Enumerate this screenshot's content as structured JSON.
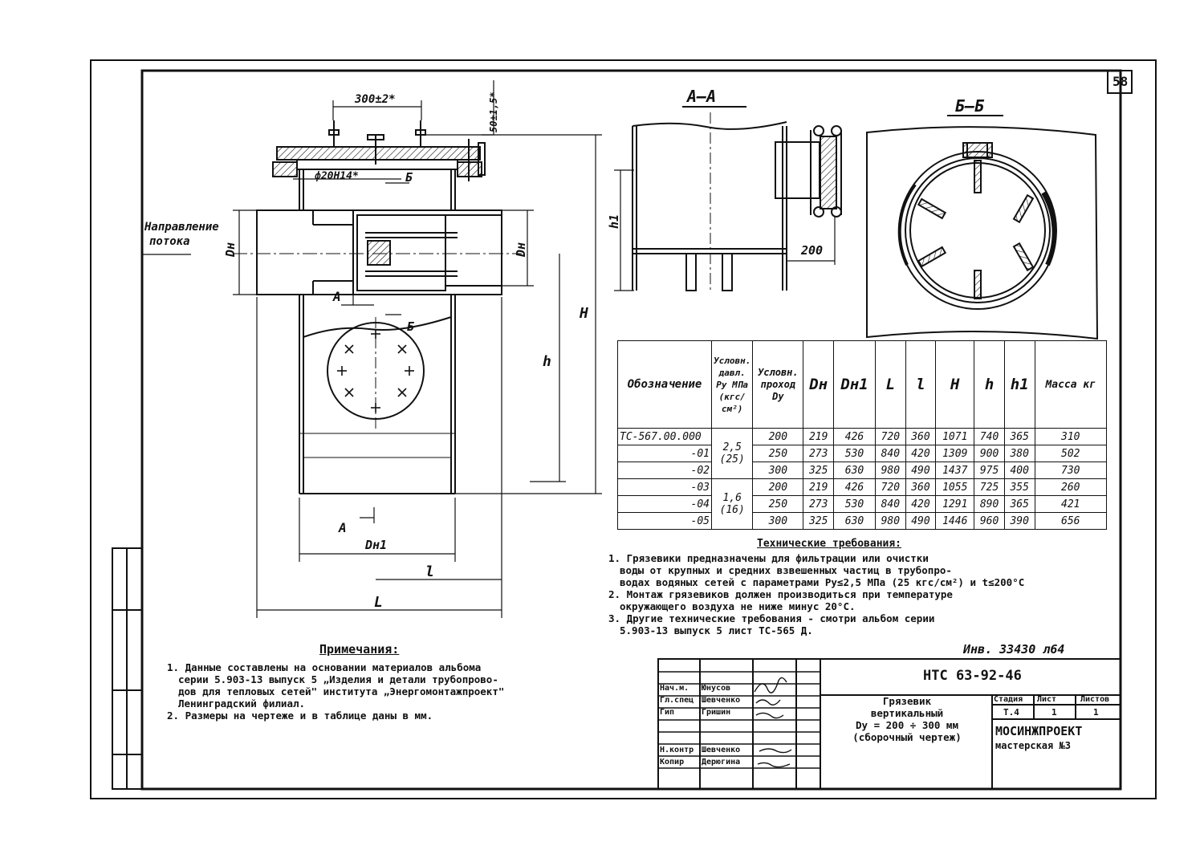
{
  "sheet_number": "58",
  "views": {
    "section_aa": "А—А",
    "section_bb": "Б—Б",
    "flow_label_1": "Направление",
    "flow_label_2": "потока",
    "dim_300": "300±2*",
    "dim_50": "50±1,5*",
    "dim_d20": "ф20Н14*",
    "dim_200": "200",
    "dim_Dn": "Dн",
    "dim_Dn1": "Dн1",
    "dim_H": "H",
    "dim_h": "h",
    "dim_h1": "h1",
    "dim_l": "l",
    "dim_L": "L",
    "mark_A": "А",
    "mark_B": "Б"
  },
  "spec_table": {
    "headers": [
      "Обозначение",
      "Условн. давл. Ру МПа (кгс/см²)",
      "Условн. проход Dу",
      "Dн",
      "Dн1",
      "L",
      "l",
      "H",
      "h",
      "h1",
      "Масса кг"
    ],
    "rows": [
      {
        "designation": "ТС-567.00.000",
        "dn": "219",
        "dn1": "426",
        "L": "720",
        "l": "360",
        "H": "1071",
        "h": "740",
        "h1": "365",
        "mass": "310"
      },
      {
        "designation": "-01",
        "dn": "273",
        "dn1": "530",
        "L": "840",
        "l": "420",
        "H": "1309",
        "h": "900",
        "h1": "380",
        "mass": "502"
      },
      {
        "designation": "-02",
        "dn": "325",
        "dn1": "630",
        "L": "980",
        "l": "490",
        "H": "1437",
        "h": "975",
        "h1": "400",
        "mass": "730"
      },
      {
        "designation": "-03",
        "dn": "219",
        "dn1": "426",
        "L": "720",
        "l": "360",
        "H": "1055",
        "h": "725",
        "h1": "355",
        "mass": "260"
      },
      {
        "designation": "-04",
        "dn": "273",
        "dn1": "530",
        "L": "840",
        "l": "420",
        "H": "1291",
        "h": "890",
        "h1": "365",
        "mass": "421"
      },
      {
        "designation": "-05",
        "dn": "325",
        "dn1": "630",
        "L": "980",
        "l": "490",
        "H": "1446",
        "h": "960",
        "h1": "390",
        "mass": "656"
      }
    ],
    "dy_values": [
      "200",
      "250",
      "300",
      "200",
      "250",
      "300"
    ],
    "pressure_groups": [
      {
        "value": "2,5",
        "kgf": "(25)"
      },
      {
        "value": "1,6",
        "kgf": "(16)"
      }
    ]
  },
  "tech_requirements": {
    "title": "Технические требования:",
    "lines": [
      "1. Грязевики предназначены для фильтрации или очистки",
      "воды от крупных и средних взвешенных частиц в трубопро-",
      "водах водяных сетей с параметрами Ру≤2,5 МПа (25 кгс/см²) и t≤200°С",
      "2. Монтаж грязевиков должен производиться при температуре",
      "окружающего воздуха не ниже минус 20°С.",
      "3. Другие технические требования - смотри альбом серии",
      "5.903-13 выпуск 5 лист ТС-565 Д."
    ]
  },
  "notes": {
    "title": "Примечания:",
    "lines": [
      "1. Данные составлены на основании материалов альбома",
      "серии 5.903-13 выпуск 5 „Изделия и детали трубопрово-",
      "дов для тепловых сетей\" института „Энергомонтажпроект\"",
      "Ленинградский филиал.",
      "2. Размеры на чертеже и в таблице даны в мм."
    ]
  },
  "title_block": {
    "inventory": "Инв. 33430 л64",
    "code": "НТС 63-92-46",
    "title_lines": [
      "Грязевик",
      "вертикальный",
      "Dу = 200 ÷ 300 мм",
      "(сборочный чертеж)"
    ],
    "stage_header": [
      "Стадия",
      "Лист",
      "Листов"
    ],
    "stage_values": [
      "Т.4",
      "1",
      "1"
    ],
    "org_1": "МОСИНЖПРОЕКТ",
    "org_2": "мастерская №3",
    "staff": [
      {
        "role": "Нач.м.",
        "name": "Юнусов"
      },
      {
        "role": "Гл.спец",
        "name": "Шевченко"
      },
      {
        "role": "Гип",
        "name": "Гришин"
      },
      {
        "role": "",
        "name": ""
      },
      {
        "role": "",
        "name": ""
      },
      {
        "role": "Н.контр",
        "name": "Шевченко"
      },
      {
        "role": "Копир",
        "name": "Дерюгина"
      }
    ]
  }
}
